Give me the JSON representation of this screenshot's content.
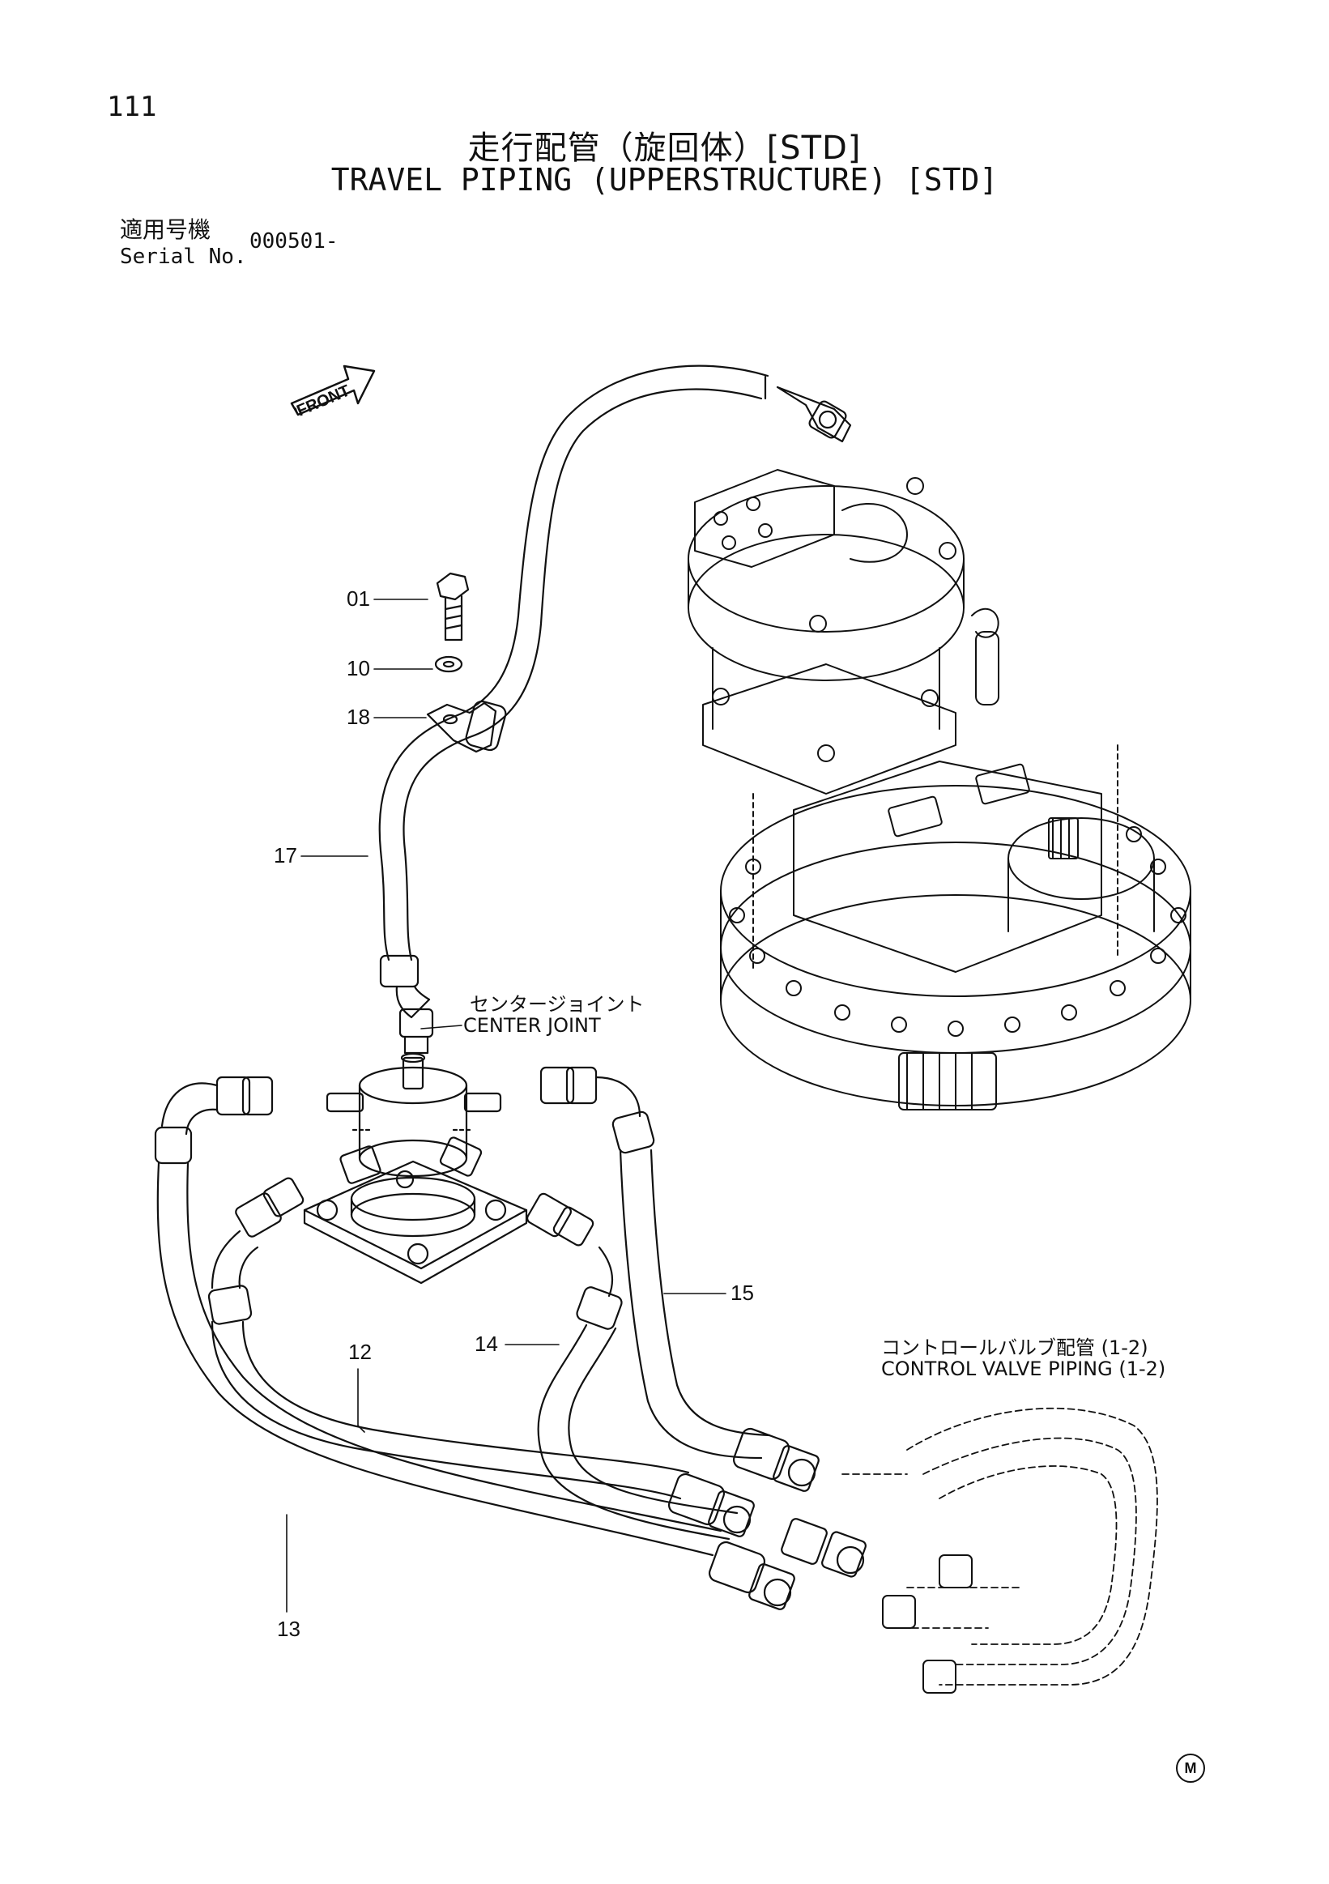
{
  "page_number": "111",
  "title": {
    "japanese": "走行配管（旋回体）[STD]",
    "english": "TRAVEL PIPING (UPPERSTRUCTURE) [STD]"
  },
  "serial": {
    "label_japanese": "適用号機",
    "label_english": "Serial No.",
    "value": "000501-"
  },
  "front_arrow": "FRONT",
  "callouts": [
    "01",
    "10",
    "18",
    "17",
    "12",
    "14",
    "15",
    "13"
  ],
  "center_joint": {
    "japanese": "センタージョイント",
    "english": "CENTER JOINT"
  },
  "control_valve": {
    "japanese": "コントロールバルブ配管 (1-2)",
    "english": "CONTROL VALVE PIPING (1-2)"
  },
  "corner_mark": "M"
}
